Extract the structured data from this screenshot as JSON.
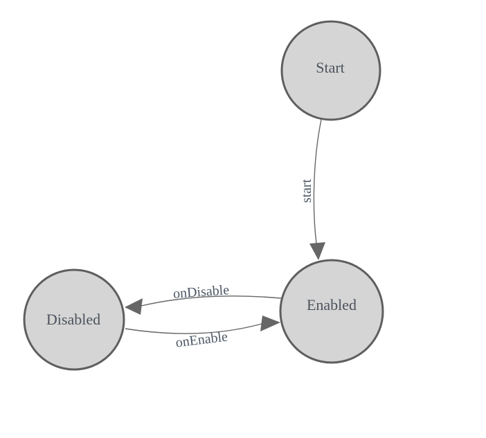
{
  "diagram": {
    "type": "state-machine-graph",
    "colors": {
      "background": "#ffffff",
      "node-fill": "#d5d5d5",
      "node-stroke": "#5e5e5e",
      "edge-color": "#666666",
      "node-label-color": "#4c525c",
      "edge-label-color": "#4d5864"
    },
    "nodes": [
      {
        "id": "start",
        "label": "Start"
      },
      {
        "id": "enabled",
        "label": "Enabled"
      },
      {
        "id": "disabled",
        "label": "Disabled"
      }
    ],
    "edges": [
      {
        "from": "Start",
        "to": "Enabled",
        "label": "start"
      },
      {
        "from": "Enabled",
        "to": "Disabled",
        "label": "onDisable"
      },
      {
        "from": "Disabled",
        "to": "Enabled",
        "label": "onEnable"
      }
    ]
  }
}
